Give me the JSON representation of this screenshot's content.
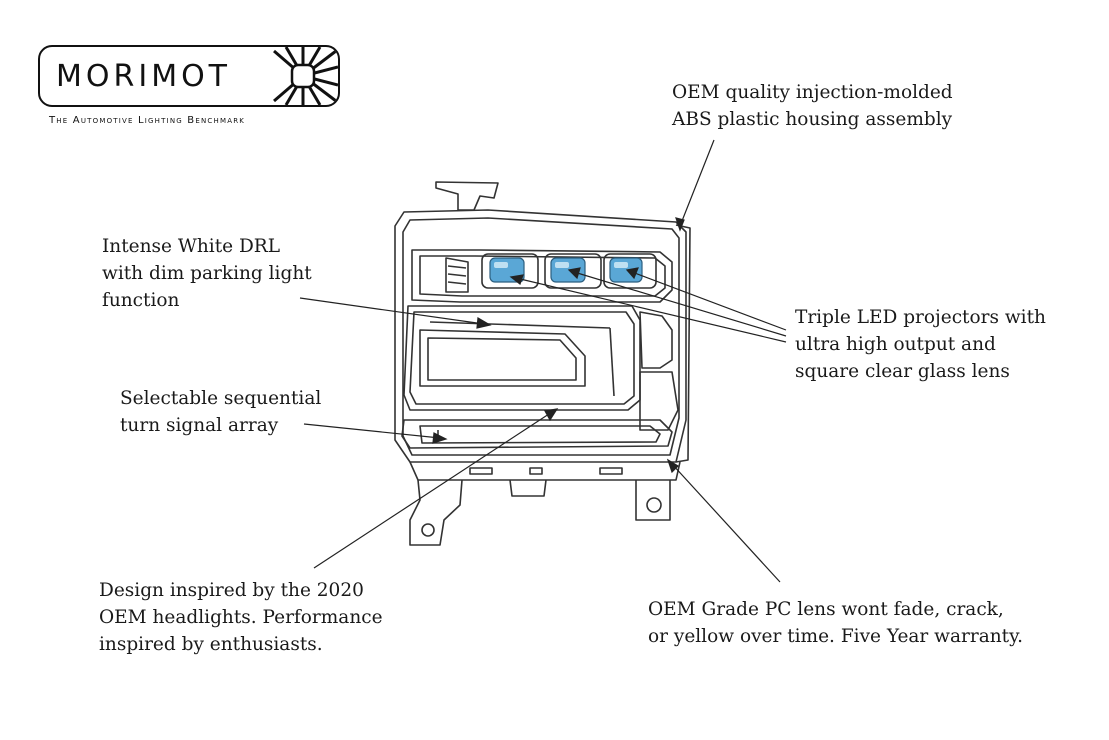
{
  "brand": {
    "name": "Morimoto",
    "logo_text": "MORIMOT",
    "tagline": "The Automotive Lighting Benchmark"
  },
  "callouts": {
    "housing": "OEM quality injection-molded\nABS plastic housing assembly",
    "drl": "Intense White DRL\nwith dim parking light\nfunction",
    "projectors": "Triple LED projectors with\nultra high output and\nsquare clear glass lens",
    "turn_signal": "Selectable sequential\nturn signal array",
    "design": "Design inspired by the 2020\nOEM headlights. Performance\ninspired by enthusiasts.",
    "lens": "OEM Grade PC lens wont fade, crack,\nor yellow over time. Five Year warranty."
  },
  "colors": {
    "projector_lens": "#5aa7d6",
    "line_art": "#333333"
  }
}
